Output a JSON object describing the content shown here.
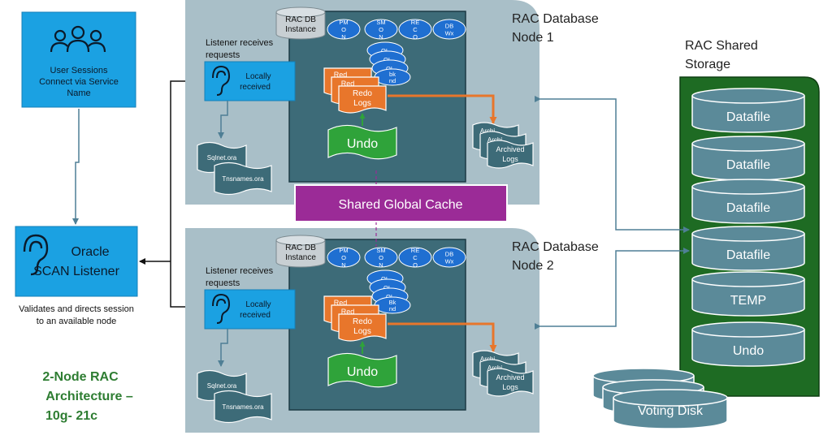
{
  "user_sessions": {
    "label_lines": [
      "User Sessions",
      "Connect via Service",
      "Name"
    ],
    "icon": "users-icon"
  },
  "scan_listener": {
    "title_lines": [
      "Oracle",
      "SCAN Listener"
    ],
    "caption_lines": [
      "Validates and directs session",
      "to an available node"
    ],
    "icon": "ear-icon"
  },
  "architecture_title_lines": [
    "2-Node RAC",
    "Architecture –",
    "10g- 21c"
  ],
  "shared_cache": {
    "label": "Shared Global Cache"
  },
  "nodes": [
    {
      "title_lines": [
        "RAC Database",
        "Node 1"
      ],
      "instance_lines": [
        "RAC DB",
        "Instance"
      ],
      "listener_heading_lines": [
        "Listener receives",
        "requests"
      ],
      "listener_box_lines": [
        "Locally",
        "received"
      ],
      "processes": [
        {
          "lines": [
            "PM",
            "O",
            "N"
          ]
        },
        {
          "lines": [
            "SM",
            "O",
            "N"
          ]
        },
        {
          "lines": [
            "RE",
            "C",
            "O"
          ]
        },
        {
          "lines": [
            "DB",
            "Wx"
          ]
        }
      ],
      "stack_processes": [
        {
          "lines": [
            "OL"
          ]
        },
        {
          "lines": [
            "OL"
          ]
        },
        {
          "lines": [
            "OL"
          ]
        },
        {
          "lines": [
            "bk",
            "nd"
          ]
        }
      ],
      "redo_back_labels": [
        "Red",
        "Red"
      ],
      "redo_front_lines": [
        "Redo",
        "Logs"
      ],
      "undo_label": "Undo",
      "archive_back_labels": [
        "Archi",
        "Archi"
      ],
      "archive_front_lines": [
        "Archived",
        "Logs"
      ],
      "sqlnet": "Sqlnet.ora",
      "tnsnames": "Tnsnames.ora"
    },
    {
      "title_lines": [
        "RAC Database",
        "Node 2"
      ],
      "instance_lines": [
        "RAC DB",
        "Instance"
      ],
      "listener_heading_lines": [
        "Listener receives",
        "requests"
      ],
      "listener_box_lines": [
        "Locally",
        "received"
      ],
      "processes": [
        {
          "lines": [
            "PM",
            "O",
            "N"
          ]
        },
        {
          "lines": [
            "SM",
            "O",
            "N"
          ]
        },
        {
          "lines": [
            "RE",
            "C",
            "O"
          ]
        },
        {
          "lines": [
            "DB",
            "Wx"
          ]
        }
      ],
      "stack_processes": [
        {
          "lines": [
            "OL"
          ]
        },
        {
          "lines": [
            "OL"
          ]
        },
        {
          "lines": [
            "OL"
          ]
        },
        {
          "lines": [
            "Bk",
            "nd"
          ]
        }
      ],
      "redo_back_labels": [
        "Red",
        "Red"
      ],
      "redo_front_lines": [
        "Redo",
        "Logs"
      ],
      "undo_label": "Undo",
      "archive_back_labels": [
        "Archi",
        "Archi"
      ],
      "archive_front_lines": [
        "Archived",
        "Logs"
      ],
      "sqlnet": "Sqlnet.ora",
      "tnsnames": "Tnsnames.ora"
    }
  ],
  "shared_storage": {
    "title_lines": [
      "RAC Shared",
      "Storage"
    ],
    "items": [
      "Datafile",
      "Datafile",
      "Datafile",
      "Datafile",
      "TEMP",
      "Undo"
    ]
  },
  "voting_disk": {
    "label": "Voting Disk"
  },
  "colors": {
    "node_bg": "#a9bfc8",
    "instance_bg": "#3d6b78",
    "process": "#1f6fd1",
    "redo": "#e8762b",
    "undo": "#2fa33a",
    "listener": "#1ba1e2",
    "storage": "#1e6b23",
    "disk": "#5b8a99",
    "cache": "#9b2b97",
    "title_green": "#2e7d32"
  }
}
